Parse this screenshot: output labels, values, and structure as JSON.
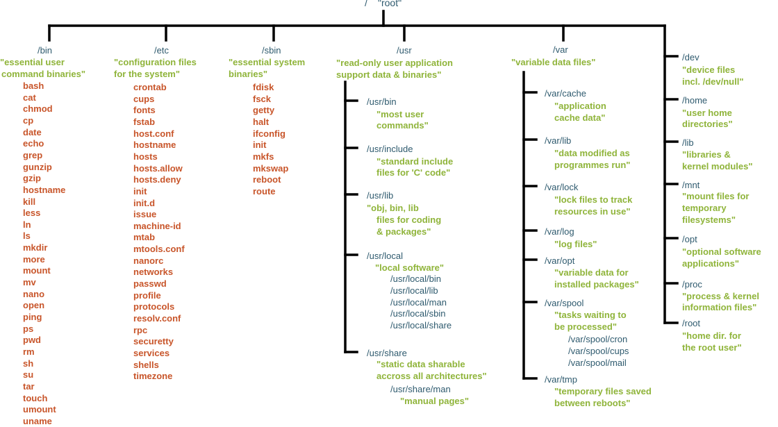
{
  "root": {
    "slash": "/",
    "label": "\"root\""
  },
  "bin": {
    "path": "/bin",
    "desc": [
      "\"essential user",
      "command binaries\""
    ],
    "files": [
      "bash",
      "cat",
      "chmod",
      "cp",
      "date",
      "echo",
      "grep",
      "gunzip",
      "gzip",
      "hostname",
      "kill",
      "less",
      "ln",
      "ls",
      "mkdir",
      "more",
      "mount",
      "mv",
      "nano",
      "open",
      "ping",
      "ps",
      "pwd",
      "rm",
      "sh",
      "su",
      "tar",
      "touch",
      "umount",
      "uname"
    ]
  },
  "etc": {
    "path": "/etc",
    "desc": [
      "\"configuration files",
      "for the system\""
    ],
    "files": [
      "crontab",
      "cups",
      "fonts",
      "fstab",
      "host.conf",
      "hostname",
      "hosts",
      "hosts.allow",
      "hosts.deny",
      "init",
      "init.d",
      "issue",
      "machine-id",
      "mtab",
      "mtools.conf",
      "nanorc",
      "networks",
      "passwd",
      "profile",
      "protocols",
      "resolv.conf",
      "rpc",
      "securetty",
      "services",
      "shells",
      "timezone"
    ]
  },
  "sbin": {
    "path": "/sbin",
    "desc": [
      "\"essential system",
      "binaries\""
    ],
    "files": [
      "fdisk",
      "fsck",
      "getty",
      "halt",
      "ifconfig",
      "init",
      "mkfs",
      "mkswap",
      "reboot",
      "route"
    ]
  },
  "usr": {
    "path": "/usr",
    "desc": [
      "\"read-only user application",
      "support data & binaries\""
    ],
    "children": [
      {
        "path": "/usr/bin",
        "desc": [
          "\"most user",
          "commands\""
        ],
        "sub": []
      },
      {
        "path": "/usr/include",
        "desc": [
          "\"standard include",
          "files for 'C' code\""
        ],
        "sub": []
      },
      {
        "path": "/usr/lib",
        "desc": [
          "\"obj, bin, lib",
          "files for coding",
          "& packages\""
        ],
        "sub": []
      },
      {
        "path": "/usr/local",
        "desc": [
          "\"local software\""
        ],
        "sub": [
          "/usr/local/bin",
          "/usr/local/lib",
          "/usr/local/man",
          "/usr/local/sbin",
          "/usr/local/share"
        ]
      },
      {
        "path": "/usr/share",
        "desc": [
          "\"static data sharable",
          "accross all architectures\""
        ],
        "sub": [],
        "subsub": {
          "path": "/usr/share/man",
          "desc": "\"manual pages\""
        }
      }
    ]
  },
  "var": {
    "path": "/var",
    "desc": [
      "\"variable data files\""
    ],
    "children": [
      {
        "path": "/var/cache",
        "desc": [
          "\"application",
          "cache data\""
        ],
        "sub": []
      },
      {
        "path": "/var/lib",
        "desc": [
          "\"data modified as",
          "programmes run\""
        ],
        "sub": []
      },
      {
        "path": "/var/lock",
        "desc": [
          "\"lock files to track",
          "resources in use\""
        ],
        "sub": []
      },
      {
        "path": "/var/log",
        "desc": [
          "\"log files\""
        ],
        "sub": []
      },
      {
        "path": "/var/opt",
        "desc": [
          "\"variable data for",
          "installed packages\""
        ],
        "sub": []
      },
      {
        "path": "/var/spool",
        "desc": [
          "\"tasks waiting to",
          "be processed\""
        ],
        "sub": [
          "/var/spool/cron",
          "/var/spool/cups",
          "/var/spool/mail"
        ]
      },
      {
        "path": "/var/tmp",
        "desc": [
          "\"temporary files saved",
          "between reboots\""
        ],
        "sub": []
      }
    ]
  },
  "right": [
    {
      "path": "/dev",
      "desc": [
        "\"device files",
        "incl. /dev/null\""
      ]
    },
    {
      "path": "/home",
      "desc": [
        "\"user home",
        "directories\""
      ]
    },
    {
      "path": "/lib",
      "desc": [
        "\"libraries &",
        "kernel modules\""
      ]
    },
    {
      "path": "/mnt",
      "desc": [
        "\"mount files for",
        "temporary",
        "filesystems\""
      ]
    },
    {
      "path": "/opt",
      "desc": [
        "\"optional software",
        "applications\""
      ]
    },
    {
      "path": "/proc",
      "desc": [
        "\"process & kernel",
        "information files\""
      ]
    },
    {
      "path": "/root",
      "desc": [
        "\"home dir. for",
        "the root user\""
      ]
    }
  ]
}
